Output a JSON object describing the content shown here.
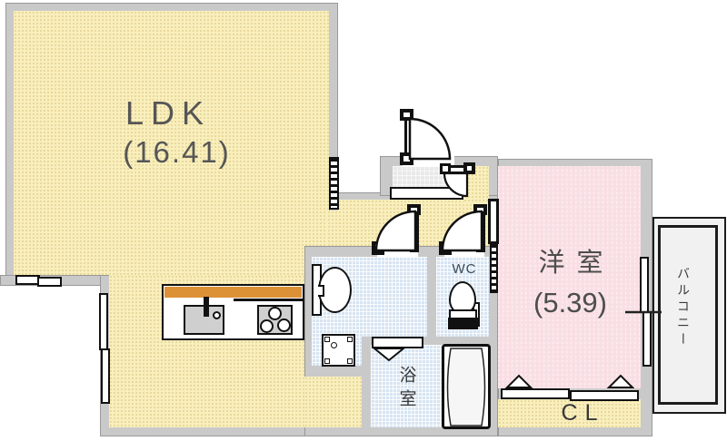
{
  "plan_title": "apartment-floor-plan",
  "rooms": {
    "ldk": {
      "label": "LDK",
      "area": "(16.41)"
    },
    "western_room": {
      "label": "洋室",
      "area": "(5.39)"
    },
    "wc": {
      "label": "WC"
    },
    "bath": {
      "label": "浴室"
    },
    "closet": {
      "label": "CL"
    },
    "balcony": {
      "label": "バルコニー"
    }
  },
  "colors": {
    "wall_gray": "#c9c9c9",
    "floor_yellow": "#f8efbd",
    "bedroom_pink": "#f9dfe3",
    "wet_area_blue": "#d6e4f2",
    "kitchen_counter_orange": "#dd9136",
    "balcony_gray": "#f1f1f1",
    "line_black": "#111111",
    "label_gray": "#565656"
  },
  "fixtures": {
    "kitchen": [
      "kitchen-counter",
      "kitchen-sink",
      "faucet",
      "gas-stove-3-burners"
    ],
    "washroom": [
      "washbasin",
      "washing-machine-pan"
    ],
    "wc": [
      "toilet"
    ],
    "bath": [
      "bathtub",
      "bath-folding-door"
    ],
    "doors": [
      "entrance-door",
      "genkan-storage-door",
      "washroom-hinged-door",
      "wc-hinged-door",
      "ldk-sliding-door",
      "bedroom-sliding-door",
      "closet-double-sliding-door"
    ],
    "windows": [
      "ldk-small-window",
      "ldk-tall-window",
      "balcony-window"
    ]
  }
}
